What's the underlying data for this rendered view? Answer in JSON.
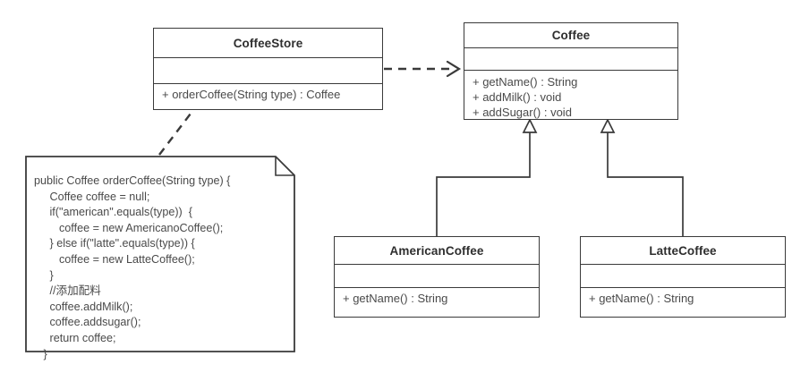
{
  "diagram": {
    "title": "Coffee Factory UML Class Diagram",
    "stroke_color": "#3a3a3a",
    "text_color": "#4a4a4a",
    "background": "#ffffff"
  },
  "classes": [
    {
      "id": "coffeestore",
      "name": "CoffeeStore",
      "attributes": [],
      "operations": [
        "+ orderCoffee(String type) : Coffee"
      ]
    },
    {
      "id": "coffee",
      "name": "Coffee",
      "attributes": [],
      "operations": [
        "+ getName() : String",
        "+ addMilk() : void",
        "+ addSugar() : void"
      ]
    },
    {
      "id": "americancoffee",
      "name": "AmericanCoffee",
      "attributes": [],
      "operations": [
        "+ getName() : String"
      ]
    },
    {
      "id": "lattecoffee",
      "name": "LatteCoffee",
      "attributes": [],
      "operations": [
        "+ getName() : String"
      ]
    }
  ],
  "note": {
    "id": "ordercoffee-code-note",
    "attached_to": "CoffeeStore",
    "code_lines": [
      "public Coffee orderCoffee(String type) {",
      "     Coffee coffee = null;",
      "     if(\"american\".equals(type))  {",
      "        coffee = new AmericanoCoffee();",
      "     } else if(\"latte\".equals(type)) {",
      "        coffee = new LatteCoffee();",
      "     }",
      "     //添加配料",
      "     coffee.addMilk();",
      "     coffee.addsugar();",
      "     return coffee;",
      "   }"
    ]
  },
  "relationships": [
    {
      "id": "dependency-coffeestore-coffee",
      "type": "dependency",
      "style": "dashed",
      "arrowhead": "open",
      "from": "CoffeeStore",
      "to": "Coffee"
    },
    {
      "id": "note-anchor-coffeestore",
      "type": "note-anchor",
      "style": "dashed",
      "arrowhead": "none",
      "from": "ordercoffee-code-note",
      "to": "CoffeeStore"
    },
    {
      "id": "generalization-americancoffee-coffee",
      "type": "generalization",
      "style": "solid",
      "arrowhead": "hollow-triangle",
      "from": "AmericanCoffee",
      "to": "Coffee"
    },
    {
      "id": "generalization-lattecoffee-coffee",
      "type": "generalization",
      "style": "solid",
      "arrowhead": "hollow-triangle",
      "from": "LatteCoffee",
      "to": "Coffee"
    }
  ]
}
